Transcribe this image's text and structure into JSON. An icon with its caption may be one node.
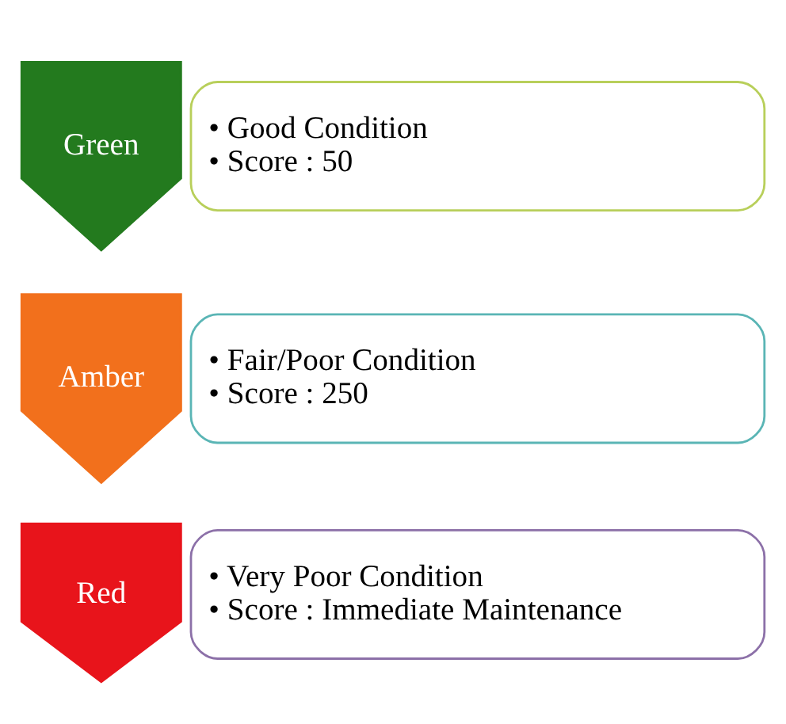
{
  "diagram": {
    "nodes": [
      {
        "text": [
          "Green"
        ]
      },
      {
        "text": [
          "• Good Condition",
          "• Score : 50"
        ]
      },
      {
        "text": [
          "Amber"
        ]
      },
      {
        "text": [
          "• Fair/Poor Condition",
          "• Score : 250"
        ]
      },
      {
        "text": [
          "Red"
        ]
      },
      {
        "text": [
          "• Very Poor Condition",
          "• Score : Immediate Maintenance"
        ]
      }
    ]
  }
}
